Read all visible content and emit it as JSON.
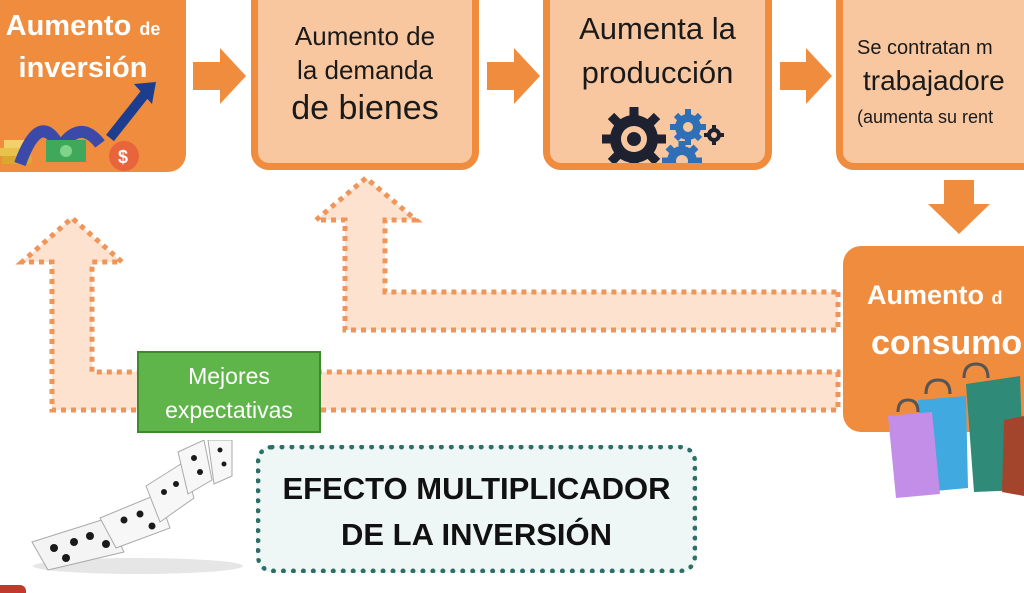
{
  "boxes": {
    "investment": {
      "line1_main": "Aumento",
      "line1_small": "de",
      "line2": "inversión"
    },
    "demand": {
      "line1": "Aumento de",
      "line2": "la demanda",
      "line3": "de bienes"
    },
    "production": {
      "line1": "Aumenta la",
      "line2": "producción"
    },
    "workers": {
      "line1": "Se contratan m",
      "line2": "trabajadore",
      "line3": "(aumenta su rent"
    },
    "consumption": {
      "line1_main": "Aumento",
      "line1_small": "d",
      "line2": "consumo"
    }
  },
  "expectations_label": {
    "line1": "Mejores",
    "line2": "expectativas"
  },
  "title": {
    "line1": "EFECTO MULTIPLICADOR",
    "line2": "DE LA INVERSIÓN"
  },
  "colors": {
    "orange": "#f08c3e",
    "light_orange": "#f8c7a0",
    "green": "#5fb54a",
    "teal_border": "#2d6f66"
  }
}
